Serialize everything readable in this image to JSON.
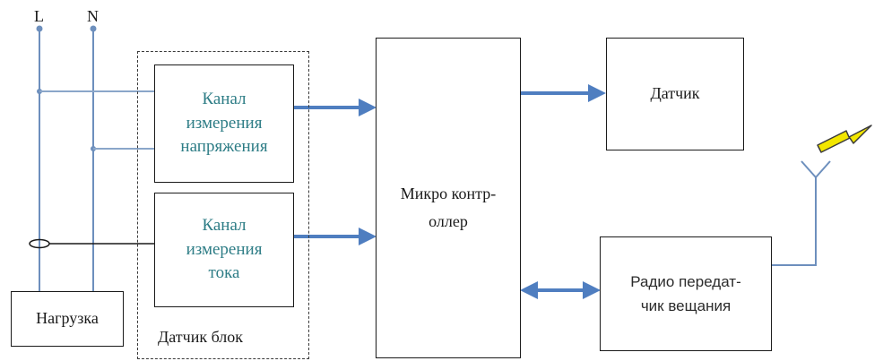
{
  "terminals": {
    "line": "L",
    "neutral": "N"
  },
  "blocks": {
    "voltage_channel": "Канал\nизмерения\nнапряжения",
    "current_channel": "Канал\nизмерения\nтока",
    "sensor_block": "Датчик блок",
    "load": "Нагрузка",
    "microcontroller": "Микро контр-\nоллер",
    "sensor": "Датчик",
    "radio": "Радио передат-\nчик вещания"
  },
  "colors": {
    "line": "#6d8fbd",
    "arrow": "#4f7ec0",
    "text_accent": "#2e7d86",
    "lightning": "#f2e600"
  },
  "icons": {
    "antenna": "antenna-icon",
    "lightning": "lightning-icon",
    "current_transformer": "current-transformer-icon"
  }
}
